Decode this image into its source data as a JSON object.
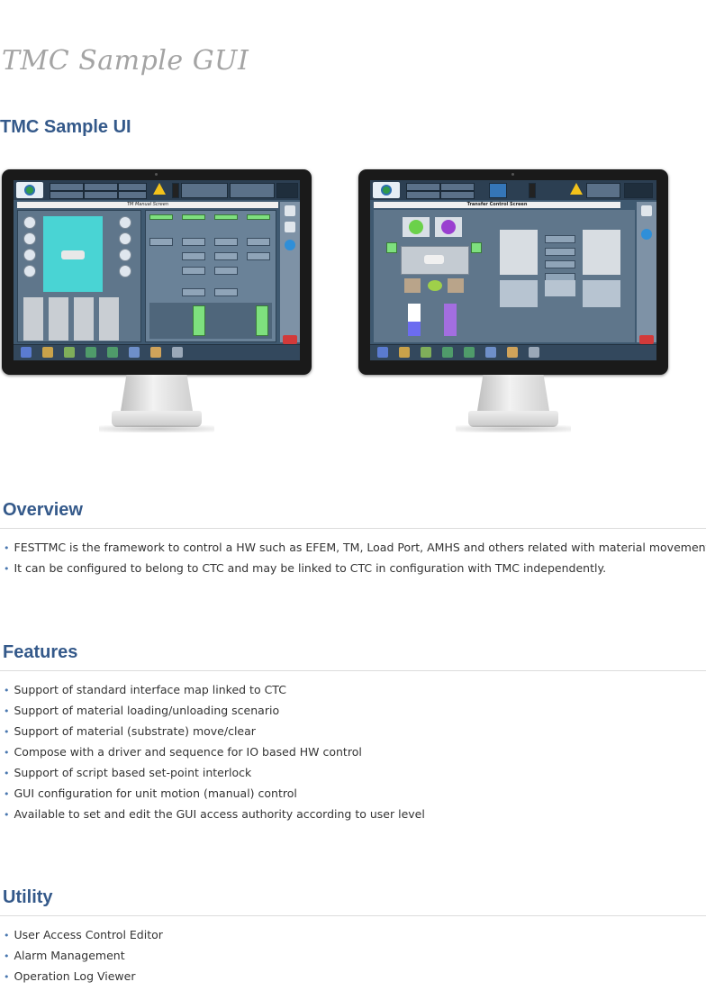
{
  "page": {
    "title": "TMC Sample GUI",
    "subtitle": "TMC Sample UI"
  },
  "screens": {
    "left_title": "TM Manual Screen",
    "right_title": "Transfer Control Screen"
  },
  "overview": {
    "heading": "Overview",
    "items": [
      "FESTTMC is the framework to control a HW such as EFEM, TM, Load Port, AMHS and others related with material movement.",
      "It can be configured to belong to CTC and may be linked to CTC in configuration with TMC independently."
    ]
  },
  "features": {
    "heading": "Features",
    "items": [
      "Support of standard interface map linked to CTC",
      "Support of material loading/unloading scenario",
      "Support of material (substrate) move/clear",
      "Compose with a driver and sequence for IO based HW control",
      "Support of script based set-point interlock",
      "GUI configuration for unit motion (manual) control",
      "Available to set and edit the GUI access authority according to user level"
    ]
  },
  "utility": {
    "heading": "Utility",
    "items": [
      "User Access Control Editor",
      "Alarm Management",
      "Operation Log Viewer"
    ]
  },
  "colors": {
    "heading_blue": "#34598a",
    "bullet_blue": "#4a78b0",
    "script_gray": "#a4a4a4"
  }
}
